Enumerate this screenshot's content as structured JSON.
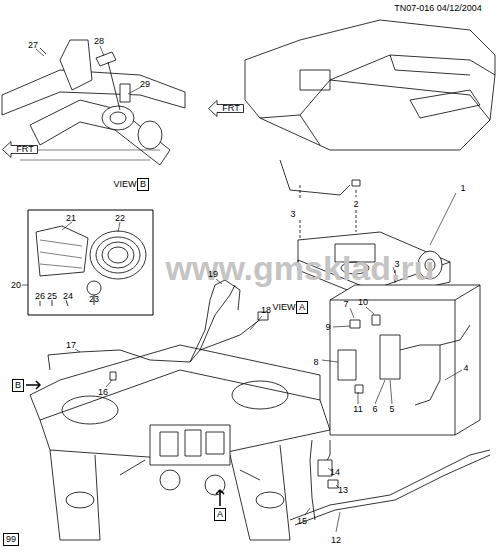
{
  "diagram": {
    "nodes": [
      {
        "text": [
          "FRT"
        ]
      },
      {
        "text": [
          "FRT"
        ]
      },
      {
        "text": [
          "B"
        ]
      },
      {
        "text": [
          "A"
        ]
      },
      {
        "text": [
          "B"
        ]
      },
      {
        "text": [
          "99"
        ]
      },
      {
        "text": [
          "A"
        ]
      }
    ],
    "labels": [
      "TN07-016 04/12/2004",
      "www.gmsklad.ru",
      "27",
      "28",
      "29",
      "VIEW",
      "2",
      "3",
      "1",
      "3",
      "VIEW",
      "21",
      "22",
      "20",
      "26",
      "25",
      "24",
      "23",
      "19",
      "18",
      "17",
      "16",
      "7",
      "10",
      "9",
      "8",
      "11",
      "6",
      "5",
      "4",
      "14",
      "13",
      "15",
      "12"
    ]
  }
}
